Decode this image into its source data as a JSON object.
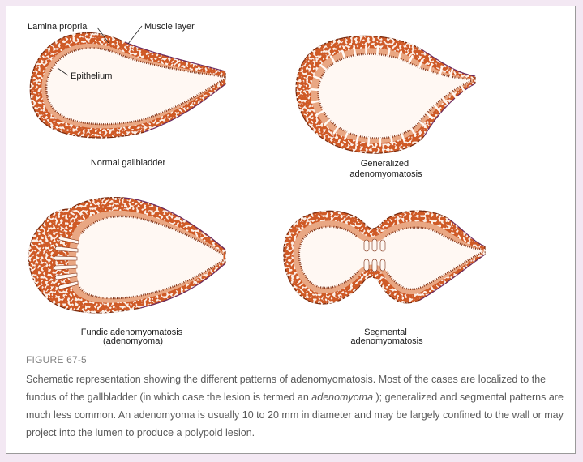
{
  "colors": {
    "wall": "#cf5a25",
    "wall_edge": "#7a2b10",
    "mucosa": "#e9a783",
    "lumen": "#fff8f3",
    "cell": "#f6d7c1",
    "serosa": "#6a2a6a",
    "page_bg": "#f3e8f3"
  },
  "labels": {
    "lamina_propria": "Lamina propria",
    "muscle_layer": "Muscle layer",
    "epithelium": "Epithelium"
  },
  "panels": {
    "normal": {
      "caption": [
        "Normal gallbladder"
      ]
    },
    "generalized": {
      "caption": [
        "Generalized",
        "adenomyomatosis"
      ]
    },
    "fundic": {
      "caption": [
        "Fundic adenomyomatosis",
        "(adenomyoma)"
      ]
    },
    "segmental": {
      "caption": [
        "Segmental",
        "adenomyomatosis"
      ]
    }
  },
  "figure_number": "FIGURE 67-5",
  "caption": {
    "part1": "Schematic representation showing the different patterns of adenomyomatosis. Most of the cases are localized to the fundus of the gallbladder (in which case the lesion is termed an ",
    "term": "adenomyoma",
    "part2": " ); generalized and segmental patterns are much less common. An adenomyoma is usually 10 to 20 mm in diameter and may be largely confined to the wall or may project into the lumen to produce a polypoid lesion."
  }
}
